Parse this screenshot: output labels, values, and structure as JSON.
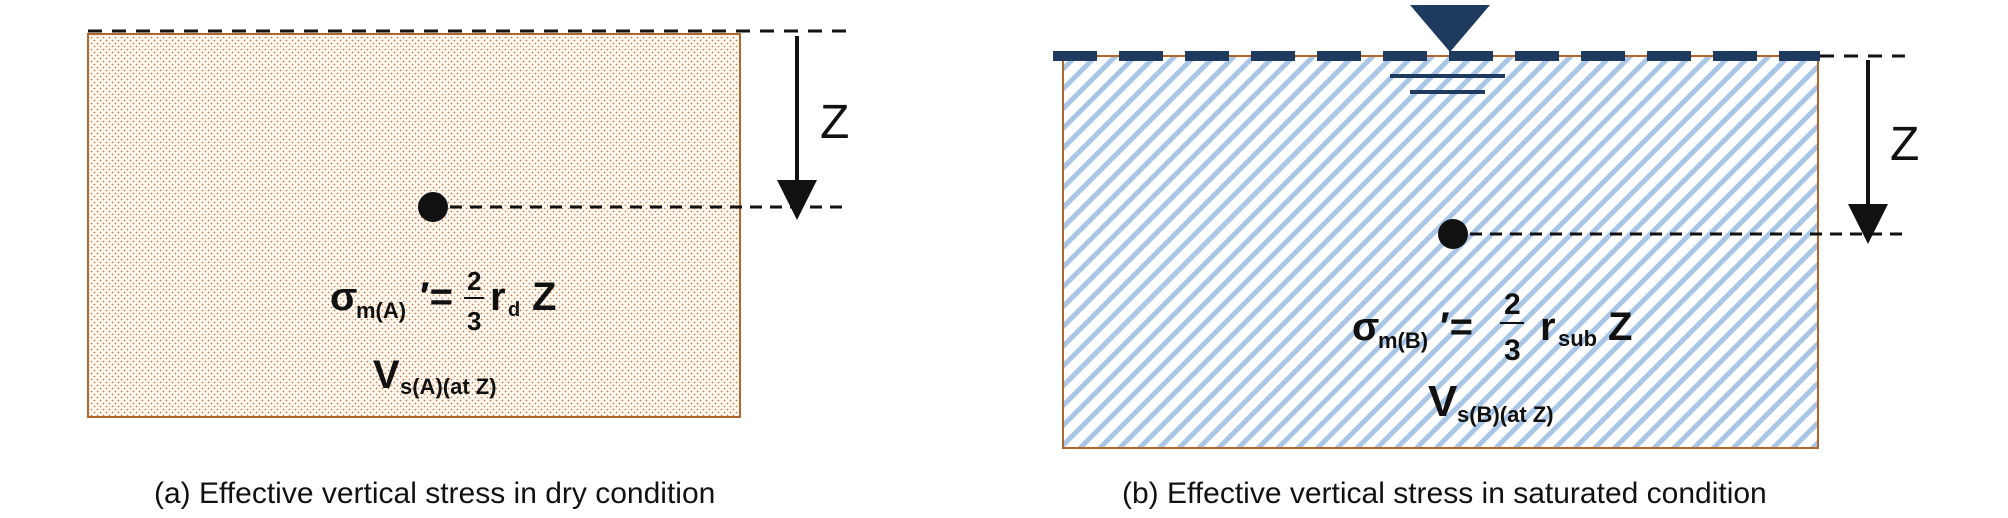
{
  "panel_a": {
    "z_label": "Z",
    "equation": {
      "sigma": "σ",
      "sigma_sub": "m(A)",
      "prime_eq": "′=",
      "frac_num": "2",
      "frac_den": "3",
      "gamma": "r",
      "gamma_sub": "d",
      "z": "Z"
    },
    "vs": {
      "main": "V",
      "sub": "s(A)(at Z)"
    },
    "caption": "(a) Effective vertical stress in dry condition"
  },
  "panel_b": {
    "z_label": "Z",
    "equation": {
      "sigma": "σ",
      "sigma_sub": "m(B)",
      "prime_eq": "′=",
      "frac_num": "2",
      "frac_den": "3",
      "gamma": "r",
      "gamma_sub": "sub",
      "z": "Z"
    },
    "vs": {
      "main": "V",
      "sub": "s(B)(at Z)"
    },
    "caption": "(b) Effective vertical stress in saturated condition"
  },
  "colors": {
    "soil_border": "#b0662c",
    "dots": "#c8773a",
    "dry_fill": "#fffaf3",
    "hatch": "#a9c6e6",
    "water_table": "#1f3a5f"
  }
}
